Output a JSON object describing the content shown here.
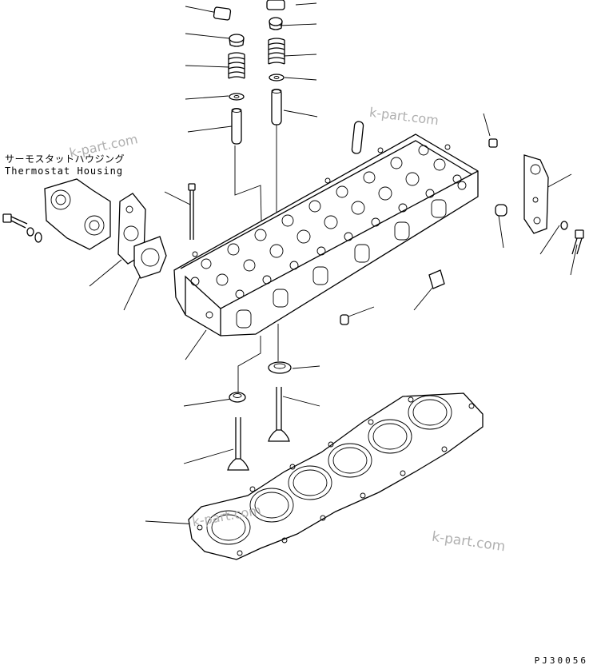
{
  "labels": {
    "housing_jp": "サーモスタットハウジング",
    "housing_en": "Thermostat Housing",
    "drawing_code": "PJ30056"
  },
  "watermarks": [
    "k-part.com",
    "k-part.com",
    "k-part.com",
    "k-part.com"
  ],
  "colors": {
    "line": "#000000",
    "watermark": "#b0b0b0",
    "background": "#ffffff"
  }
}
